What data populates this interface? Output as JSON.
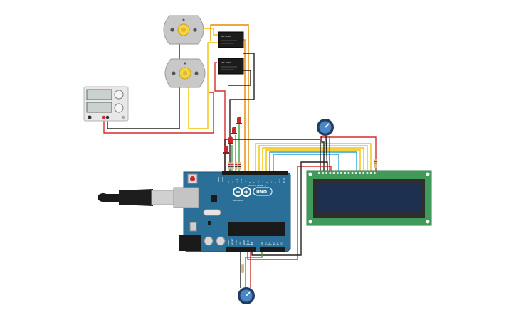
{
  "board": {
    "brand_logo": "ARDUINO",
    "model": "UNO",
    "digital_header": "DIGITAL (PWM ~)",
    "power_header": "POWER",
    "analog_header": "ANALOG IN",
    "aref": "AREF",
    "gnd": "GND",
    "pins_digital": [
      "13",
      "12",
      "~11",
      "~10",
      "~9",
      "8",
      "7",
      "~6",
      "~5",
      "4",
      "~3",
      "2",
      "TX 1",
      "RX 0"
    ],
    "pins_power": [
      "IOREF",
      "RESET",
      "3.3V",
      "5V",
      "GND",
      "GND",
      "VIN"
    ],
    "pins_analog": [
      "A0",
      "A1",
      "A2",
      "A3",
      "A4",
      "A5"
    ]
  },
  "relays": [
    {
      "label": "SRD-5VDC"
    },
    {
      "label": "SRD-5VDC"
    }
  ],
  "colors": {
    "board": "#2a6f97",
    "lcd_pcb": "#3f9a5c",
    "lcd_screen": "#1d3050",
    "wire_red": "#d32f2f",
    "wire_black": "#222222",
    "wire_yellow": "#f2c200",
    "wire_orange": "#e58a00",
    "wire_green": "#3aa53a",
    "wire_blue": "#2aa0d8",
    "led_red": "#c62828"
  },
  "icons": [
    "usb-cable-icon",
    "dc-motor-icon",
    "relay-icon",
    "power-supply-icon",
    "potentiometer-icon",
    "led-icon",
    "resistor-icon",
    "lcd-display-icon"
  ]
}
